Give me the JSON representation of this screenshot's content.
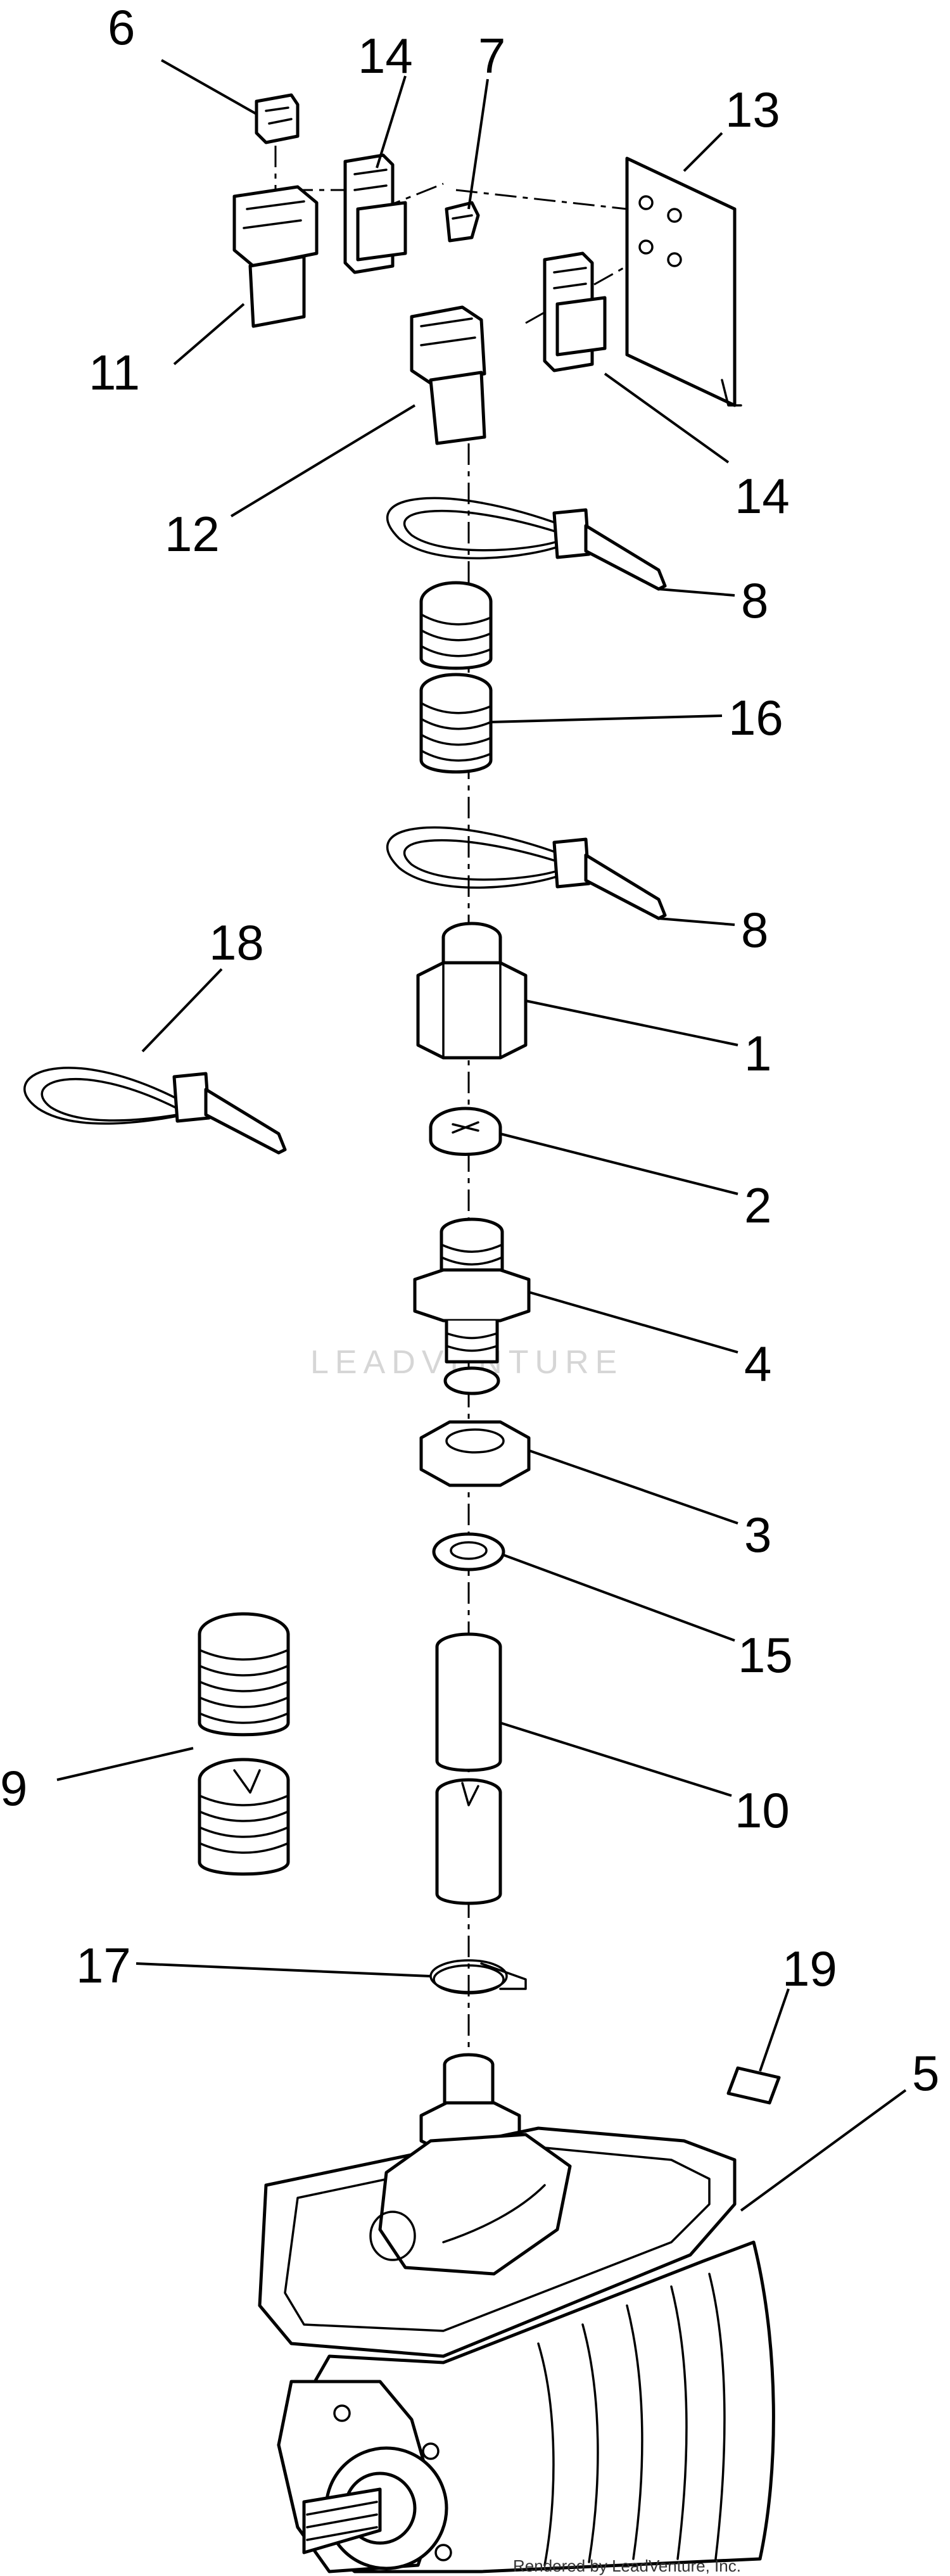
{
  "callouts": {
    "c1": "1",
    "c2": "2",
    "c3": "3",
    "c4": "4",
    "c5": "5",
    "c6": "6",
    "c7": "7",
    "c8a": "8",
    "c8b": "8",
    "c9": "9",
    "c10": "10",
    "c11": "11",
    "c12": "12",
    "c13": "13",
    "c14a": "14",
    "c14b": "14",
    "c15": "15",
    "c16": "16",
    "c17": "17",
    "c18": "18",
    "c19": "19"
  },
  "watermark": "LEADVENTURE",
  "credit": "Rendered by LeadVenture, Inc."
}
